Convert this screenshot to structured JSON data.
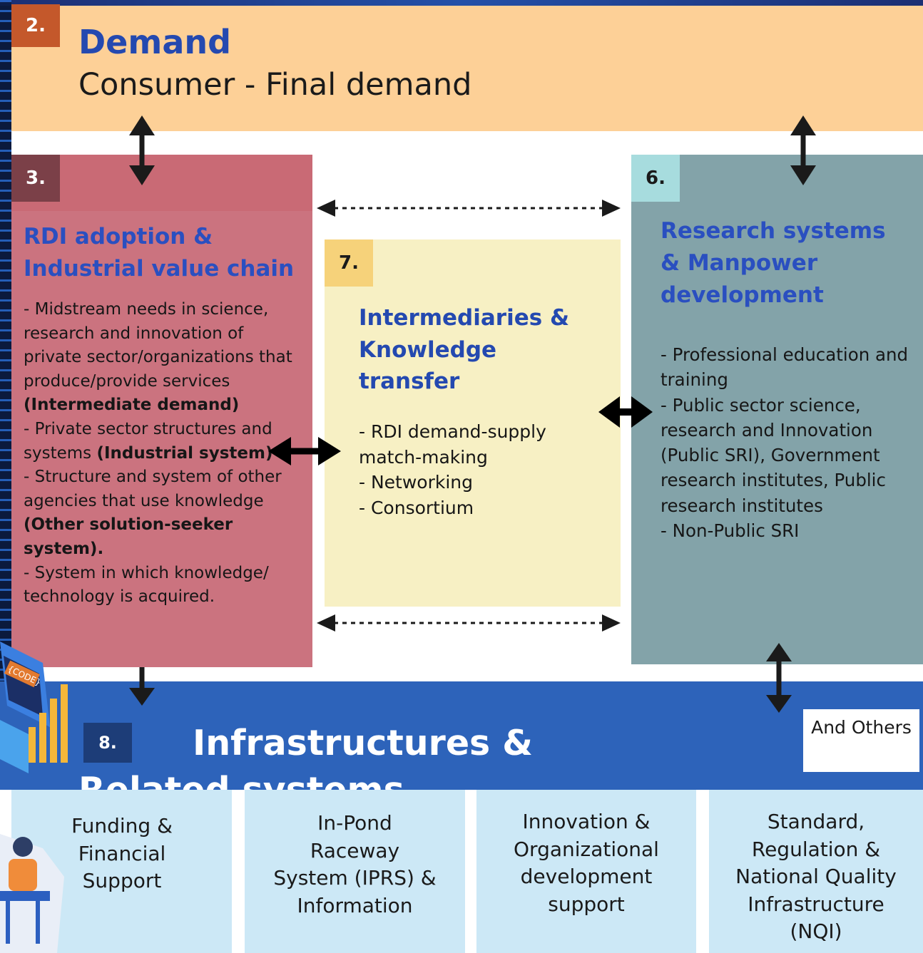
{
  "colors": {
    "demand_bg": "#fdd097",
    "rdi_bg": "#cb737f",
    "intermediaries_bg": "#f7f0c4",
    "research_bg": "#83a3a9",
    "infrastructure_bg": "#2d63ba",
    "card_bg": "#cce8f6",
    "title_blue": "#2449b0"
  },
  "demand": {
    "number": "2.",
    "title": "Demand",
    "subtitle": "Consumer - Final demand"
  },
  "rdi": {
    "number": "3.",
    "title": "RDI adoption & Industrial value chain",
    "lines": [
      {
        "text": "- Midstream needs in science, research and innovation of private sector/organizations that produce/provide services ",
        "bold": "(Intermediate demand)"
      },
      {
        "text": "- Private sector structures and systems ",
        "bold": "(Industrial system)"
      },
      {
        "text": "- Structure and system of other agencies that use knowledge ",
        "bold": "(Other solution-seeker system)."
      },
      {
        "text": "- System in which knowledge/ technology is acquired.",
        "bold": ""
      }
    ]
  },
  "intermediaries": {
    "number": "7.",
    "title": "Intermediaries & Knowledge transfer",
    "items": [
      "- RDI demand-supply match-making",
      "- Networking",
      "- Consortium"
    ]
  },
  "research": {
    "number": "6.",
    "title": "Research systems & Manpower development",
    "items": [
      "- Professional education and training",
      "- Public sector science, research and Innovation (Public SRI), Government research institutes, Public research institutes",
      "- Non-Public SRI"
    ]
  },
  "infrastructure": {
    "number": "8.",
    "title": "Infrastructures & Related systems",
    "others": "And Others",
    "cards": [
      "Funding & Financial Support",
      "In-Pond Raceway System (IPRS) & Information",
      "Innovation & Organizational development support",
      "Standard, Regulation & National Quality Infrastructure (NQI)"
    ]
  },
  "illustration": {
    "code_label": "{CODE}"
  }
}
